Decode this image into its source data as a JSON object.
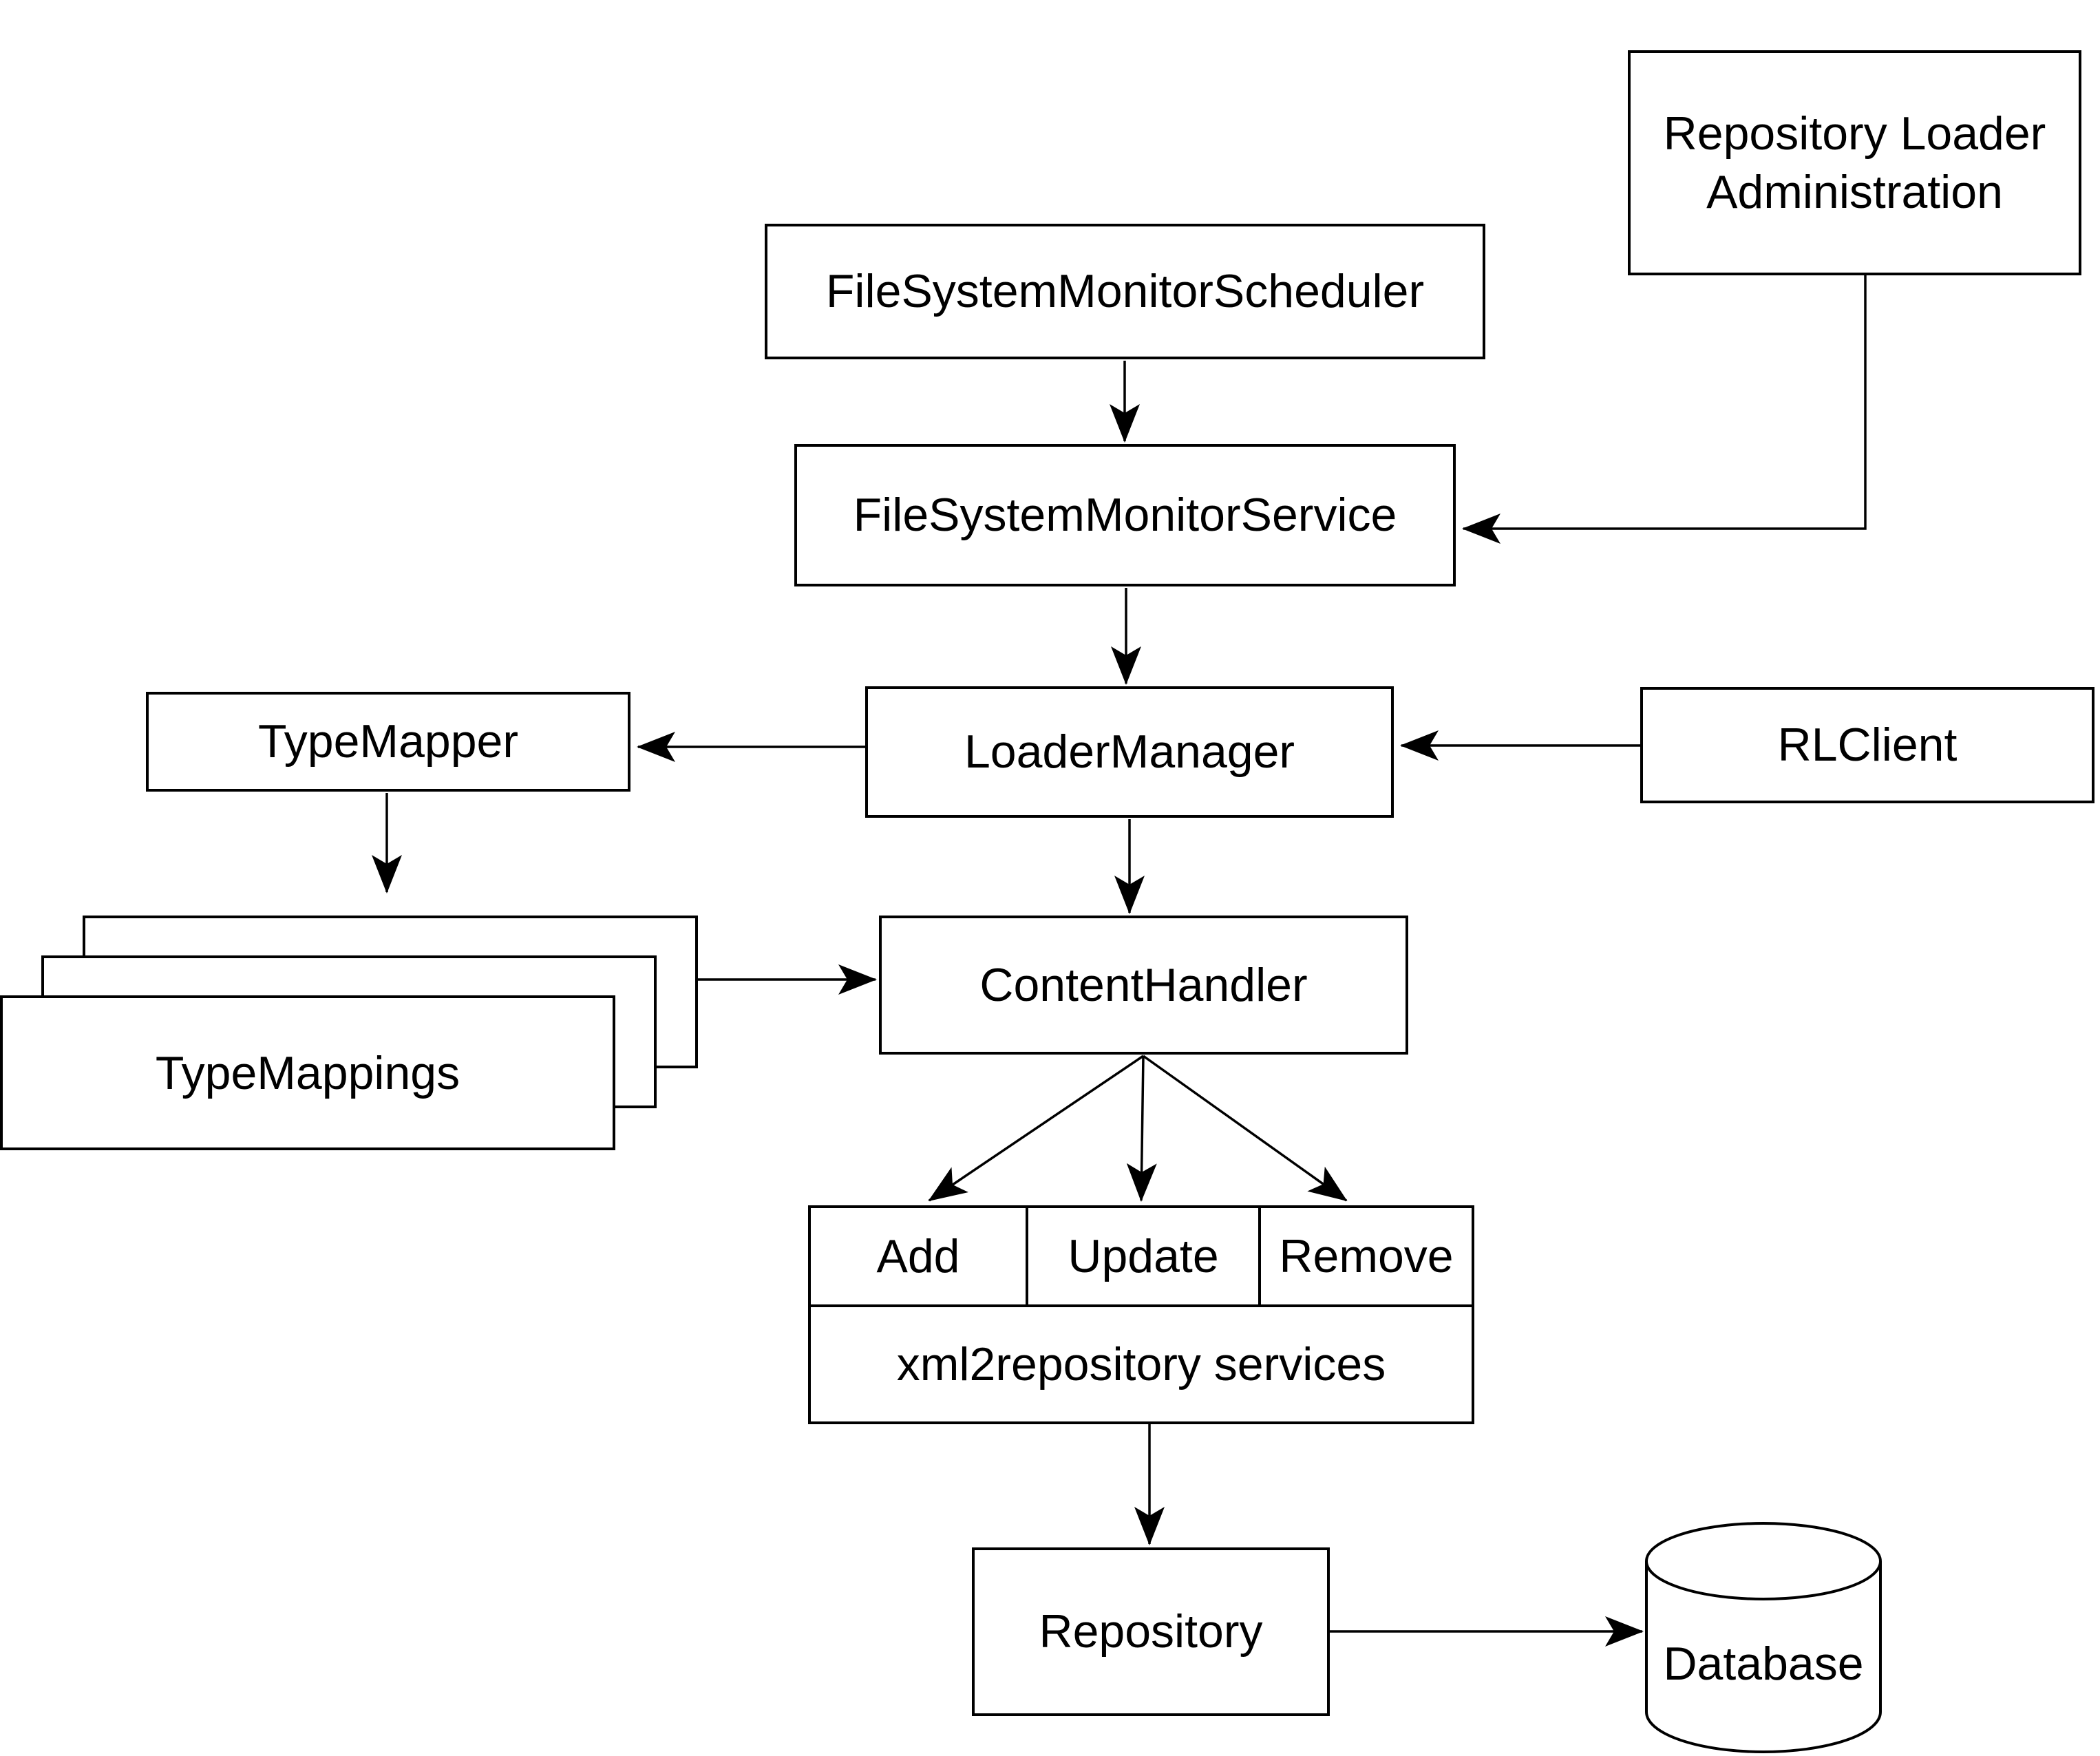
{
  "diagram": {
    "background_color": "#ffffff",
    "stroke_color": "#000000",
    "nodes": {
      "admin": {
        "label": "Repository Loader Administration"
      },
      "scheduler": {
        "label": "FileSystemMonitorScheduler"
      },
      "service": {
        "label": "FileSystemMonitorService"
      },
      "type_mapper": {
        "label": "TypeMapper"
      },
      "loader_manager": {
        "label": "LoaderManager"
      },
      "rl_client": {
        "label": "RLClient"
      },
      "type_mappings": {
        "label": "TypeMappings"
      },
      "content_handler": {
        "label": "ContentHandler"
      },
      "services_table": {
        "columns": [
          "Add",
          "Update",
          "Remove"
        ],
        "caption": "xml2repository services"
      },
      "repository": {
        "label": "Repository"
      },
      "database": {
        "label": "Database"
      }
    },
    "edges": [
      {
        "from": "FileSystemMonitorScheduler",
        "to": "FileSystemMonitorService"
      },
      {
        "from": "Repository Loader Administration",
        "to": "FileSystemMonitorService"
      },
      {
        "from": "FileSystemMonitorService",
        "to": "LoaderManager"
      },
      {
        "from": "RLClient",
        "to": "LoaderManager"
      },
      {
        "from": "LoaderManager",
        "to": "TypeMapper"
      },
      {
        "from": "TypeMapper",
        "to": "TypeMappings"
      },
      {
        "from": "LoaderManager",
        "to": "ContentHandler"
      },
      {
        "from": "TypeMappings",
        "to": "ContentHandler"
      },
      {
        "from": "ContentHandler",
        "to": "Add"
      },
      {
        "from": "ContentHandler",
        "to": "Update"
      },
      {
        "from": "ContentHandler",
        "to": "Remove"
      },
      {
        "from": "xml2repository services",
        "to": "Repository"
      },
      {
        "from": "Repository",
        "to": "Database"
      }
    ]
  }
}
